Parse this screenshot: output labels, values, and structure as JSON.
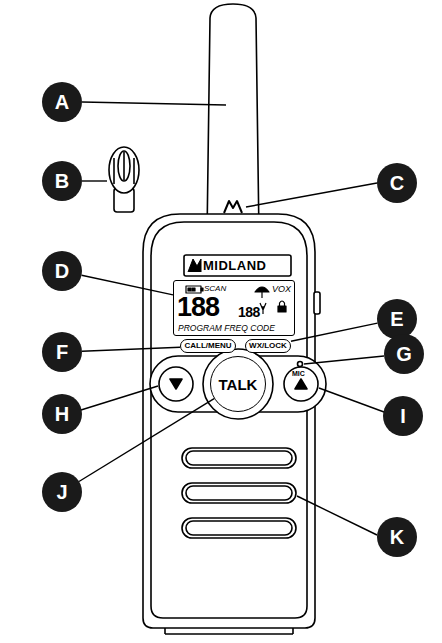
{
  "diagram": {
    "nodes": [
      {
        "text": [
          "A"
        ]
      },
      {
        "text": [
          "B"
        ]
      },
      {
        "text": [
          "C"
        ]
      },
      {
        "text": [
          "D"
        ]
      },
      {
        "text": [
          "SCAN",
          "VOX",
          "188",
          "188",
          "PROGRAM FREQ CODE"
        ]
      },
      {
        "text": [
          "E"
        ]
      },
      {
        "text": [
          "F"
        ]
      },
      {
        "text": [
          "CALL/MENU"
        ]
      },
      {
        "text": [
          "WX/LOCK"
        ]
      },
      {
        "text": [
          "G"
        ]
      },
      {
        "text": [
          "H"
        ]
      },
      {
        "text": [
          "I"
        ]
      },
      {
        "text": [
          "TALK"
        ]
      },
      {
        "text": [
          "J"
        ]
      },
      {
        "text": [
          "K"
        ]
      }
    ],
    "edges": [
      {
        "from": 3,
        "to": 4,
        "arrow": "none"
      },
      {
        "from": 5,
        "to": 8,
        "arrow": "none"
      },
      {
        "from": 6,
        "to": 7,
        "arrow": "none"
      },
      {
        "from": 13,
        "to": 12,
        "arrow": "none"
      }
    ],
    "labels": [
      "MIDLAND",
      "MIC"
    ]
  }
}
